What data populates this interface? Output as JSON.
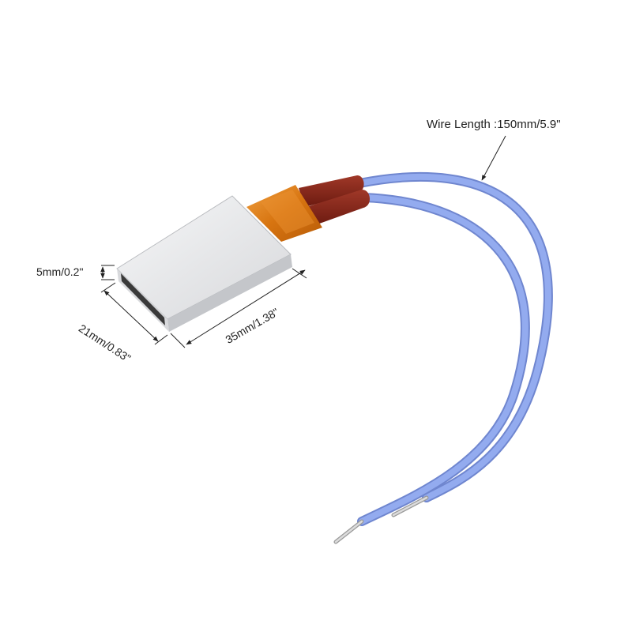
{
  "product": {
    "colors": {
      "background": "#ffffff",
      "housing_top": "#e9eaec",
      "housing_side": "#c6c8cc",
      "kapton_tape": "#d97a12",
      "sleeve": "#7a1f14",
      "wire_insulation": "#8aa4ea",
      "bare_wire": "#c9c9c9",
      "dimension_lines": "#222222"
    }
  },
  "annotations": {
    "wire_length": "Wire Length :150mm/5.9\"",
    "thickness": "5mm/0.2\"",
    "width": "21mm/0.83\"",
    "length": "35mm/1.38\""
  }
}
